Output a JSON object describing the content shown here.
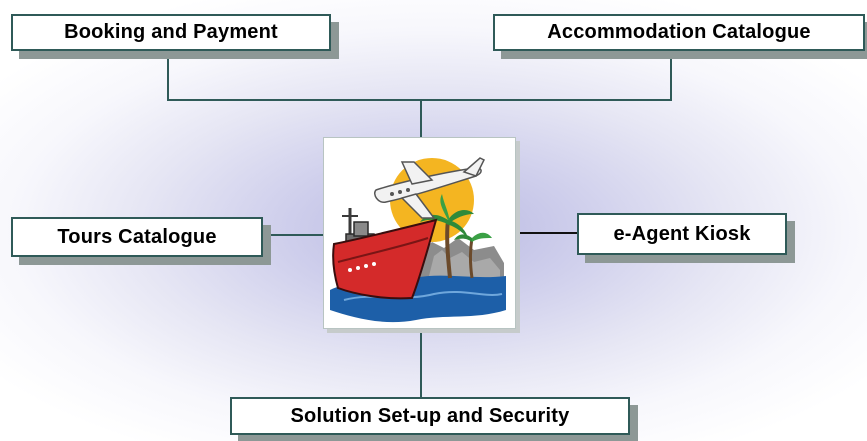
{
  "diagram": {
    "nodes": {
      "booking": "Booking and Payment",
      "accommodation": "Accommodation Catalogue",
      "tours": "Tours Catalogue",
      "ekiosk": "e-Agent Kiosk",
      "solution": "Solution Set-up and Security"
    },
    "hub": {
      "image_icon": "travel-clipart-icon"
    },
    "colors": {
      "connector": "#2f5a58",
      "box_border": "#2f5a58",
      "box_shadow": "#8d9896",
      "background_glow": "#b9b9e2"
    }
  }
}
